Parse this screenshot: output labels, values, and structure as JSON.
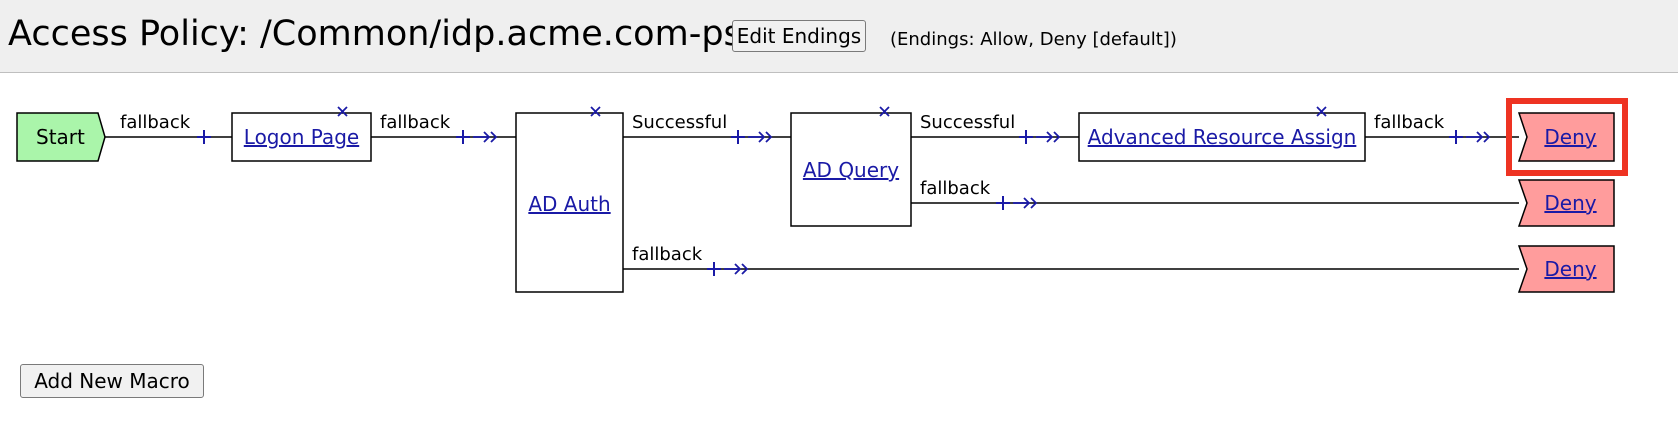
{
  "header": {
    "title": "Access Policy: /Common/idp.acme.com-psp",
    "edit_endings_label": "Edit Endings",
    "endings_note": "(Endings: Allow, Deny [default])"
  },
  "flow": {
    "start_label": "Start",
    "nodes": {
      "logon_page": "Logon Page",
      "ad_auth": "AD Auth",
      "ad_query": "AD Query",
      "advanced_resource_assign": "Advanced Resource Assign"
    },
    "branches": {
      "start_fallback": "fallback",
      "logon_fallback": "fallback",
      "ad_auth_successful": "Successful",
      "ad_auth_fallback": "fallback",
      "ad_query_successful": "Successful",
      "ad_query_fallback": "fallback",
      "resource_assign_fallback": "fallback"
    },
    "endings": [
      "Deny",
      "Deny",
      "Deny"
    ],
    "colors": {
      "start_fill": "#aaf5aa",
      "deny_fill": "#ff9c9c",
      "highlight": "#ee3322",
      "connector": "#1a1aa6"
    }
  },
  "footer": {
    "add_macro_label": "Add New Macro"
  }
}
